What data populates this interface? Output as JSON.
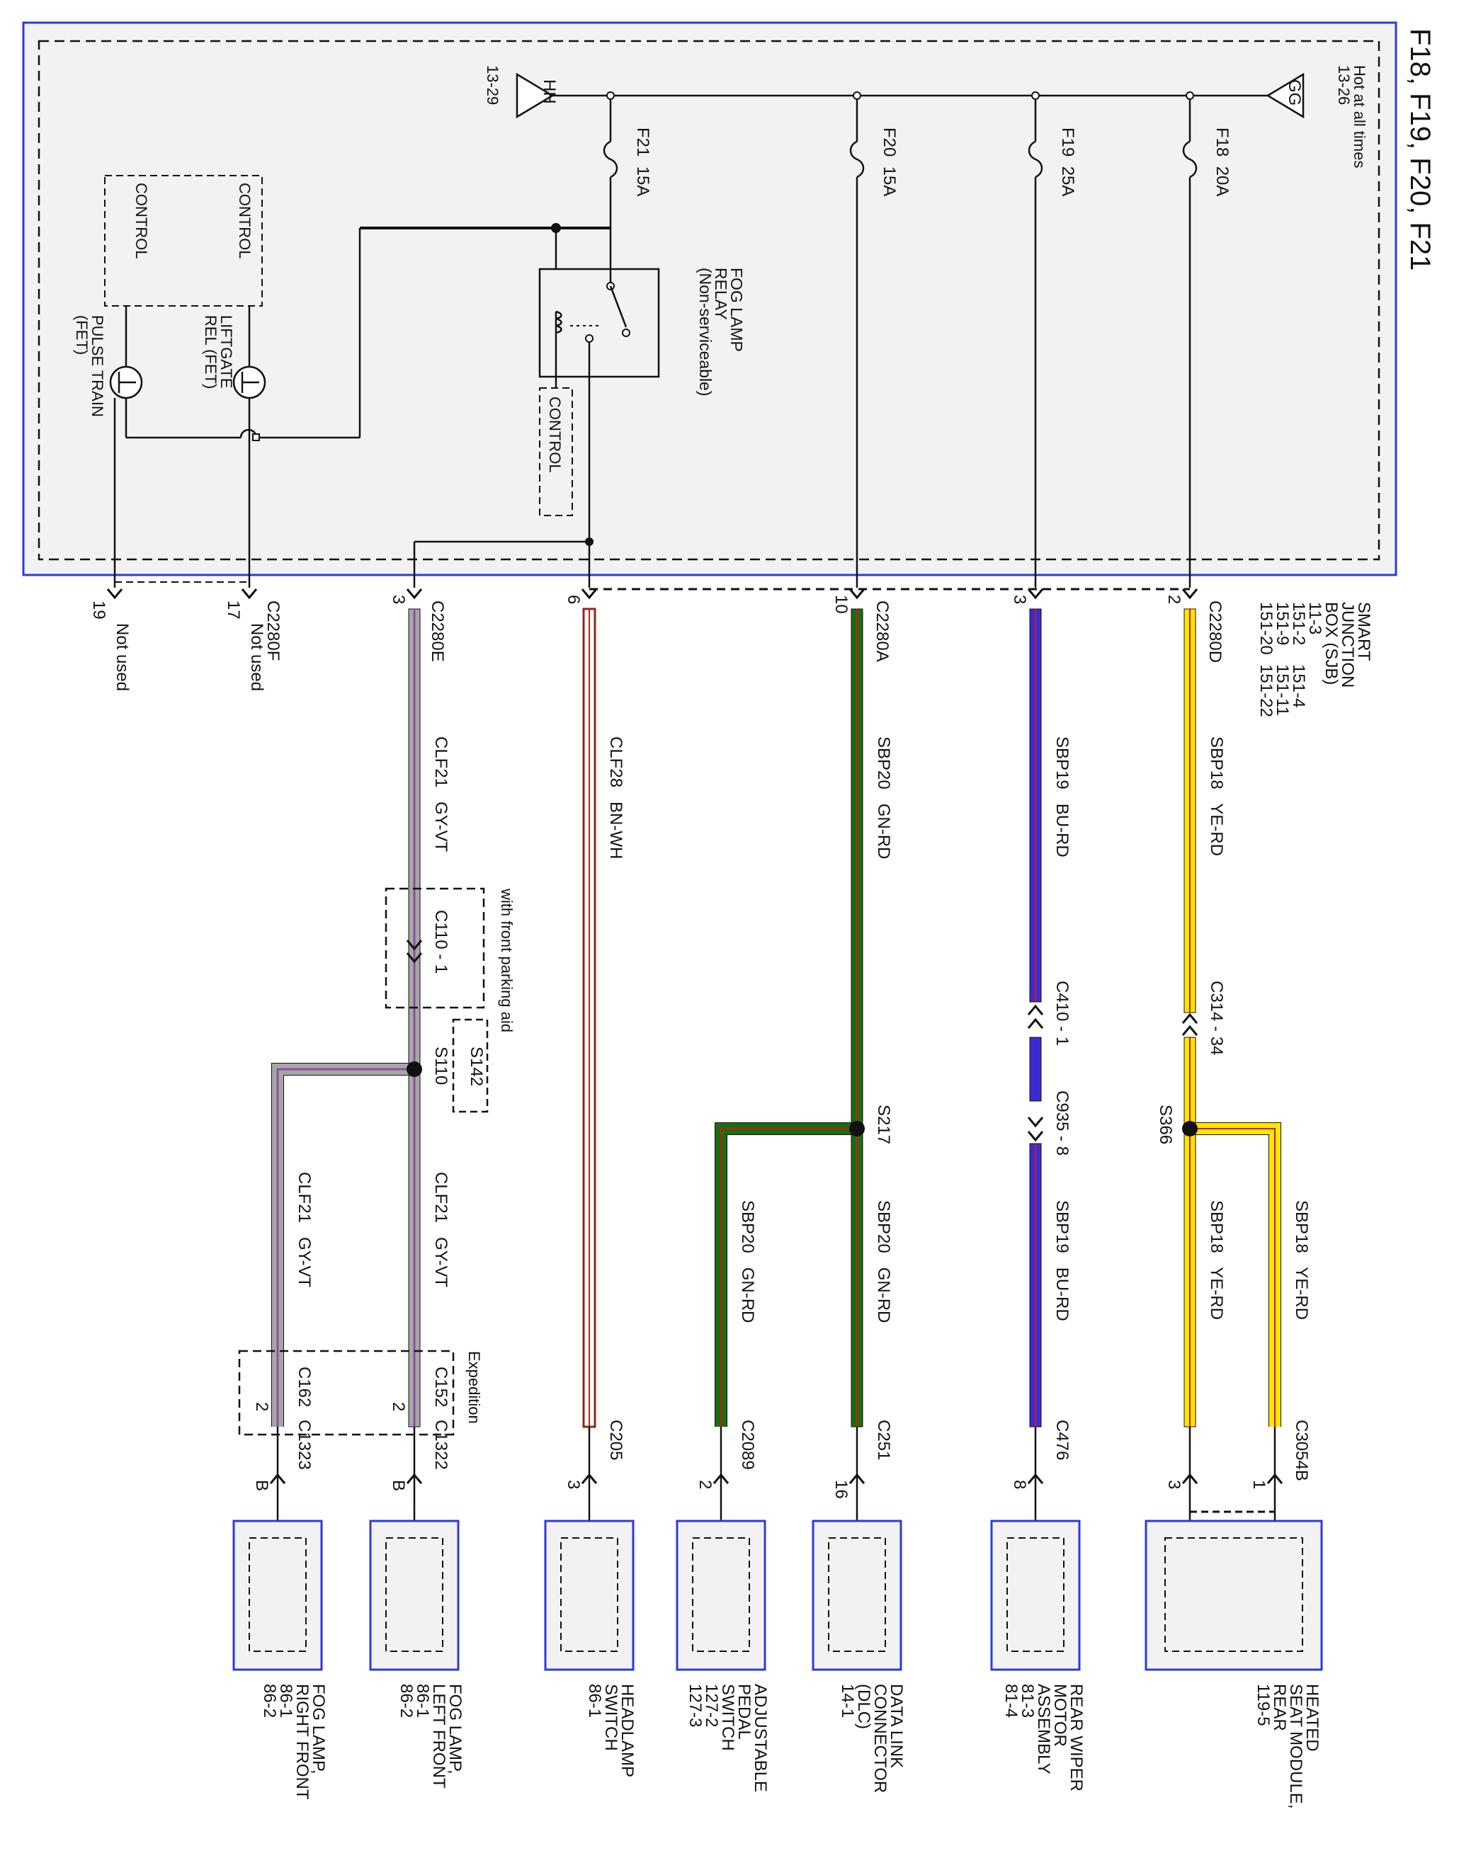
{
  "page": {
    "title": "F18, F19, F20, F21"
  },
  "module": {
    "name_lines": [
      "SMART",
      "JUNCTION",
      "BOX (SJB)",
      "11-3"
    ],
    "page_refs": [
      "151-2    151-4",
      "151-9    151-11",
      "151-20  151-22"
    ],
    "hot_label": "Hot at all times",
    "hot_ref": "13-26",
    "hot_tag": "GG",
    "ground_ref": "13-29",
    "ground_tag": "HH"
  },
  "fuses": [
    {
      "id": "F18",
      "label": "F18  20A"
    },
    {
      "id": "F19",
      "label": "F19  25A"
    },
    {
      "id": "F20",
      "label": "F20  15A"
    },
    {
      "id": "F21",
      "label": "F21  15A"
    }
  ],
  "relay": {
    "lines": [
      "FOG LAMP",
      "RELAY",
      "(Non-serviceable)"
    ]
  },
  "controls": {
    "relay_control": "CONTROL",
    "liftgate_control": "CONTROL",
    "pulse_control": "CONTROL",
    "liftgate_label": [
      "LIFTGATE",
      "REL (FET)"
    ],
    "pulse_label": [
      "PULSE TRAIN",
      "(FET)"
    ]
  },
  "connectors": {
    "c2280d": {
      "name": "C2280D",
      "pin": "2"
    },
    "c2280d_3": {
      "pin": "3"
    },
    "c2280a": {
      "name": "C2280A",
      "pin": "10"
    },
    "c2280a_6": {
      "pin": "6"
    },
    "c2280e": {
      "name": "C2280E",
      "pin": "3"
    },
    "c2280f": {
      "name": "C2280F",
      "pin17": "17",
      "pin19": "19",
      "nu17": "Not used",
      "nu19": "Not used"
    }
  },
  "wires": {
    "sbp18": "SBP18   YE-RD",
    "sbp19": "SBP19   BU-RD",
    "sbp20": "SBP20   GN-RD",
    "clf28": "CLF28   BN-WH",
    "clf21": "CLF21   GY-VT"
  },
  "inline": {
    "c314": "C314 - 34",
    "c410": "C410 - 1",
    "c935": "C935 - 8",
    "c110": "C110 - 1",
    "front_park": "with front parking aid",
    "expedition": "Expedition",
    "c152": "C152",
    "c162": "C162",
    "pin2a": "2",
    "pin2b": "2"
  },
  "splices": {
    "s366": "S366",
    "s217": "S217",
    "s110": "S110",
    "s142": "S142"
  },
  "loads": [
    {
      "conn": "C3054B",
      "pin_a": "1",
      "pin_b": "3",
      "lines": [
        "HEATED",
        "SEAT MODULE,",
        "REAR",
        "119-5"
      ]
    },
    {
      "conn": "C476",
      "pin": "8",
      "lines": [
        "REAR WIPER",
        "MOTOR",
        "ASSEMBLY",
        "81-3",
        "81-4"
      ]
    },
    {
      "conn": "C251",
      "pin": "16",
      "lines": [
        "DATA LINK",
        "CONNECTOR",
        "(DLC)",
        "14-1"
      ]
    },
    {
      "conn": "C2089",
      "pin": "2",
      "lines": [
        "ADJUSTABLE",
        "PEDAL",
        "SWITCH",
        "127-2",
        "127-3"
      ]
    },
    {
      "conn": "C205",
      "pin": "3",
      "lines": [
        "HEADLAMP",
        "SWITCH",
        "86-1"
      ]
    },
    {
      "conn": "C1322",
      "pin": "B",
      "lines": [
        "FOG LAMP,",
        "LEFT FRONT",
        "86-1",
        "86-2"
      ]
    },
    {
      "conn": "C1323",
      "pin": "B",
      "lines": [
        "FOG LAMP,",
        "RIGHT FRONT",
        "86-1",
        "86-2"
      ]
    }
  ],
  "colors": {
    "frame": "#2e3bd6",
    "ye": "#ffe600",
    "rd": "#cc1a1a",
    "bu": "#3a2bd0",
    "gn": "#1f6b12",
    "wh": "#ffffff",
    "gy": "#a7a7a7",
    "vt": "#8e4fa0",
    "bn": "#8b2a1a"
  }
}
